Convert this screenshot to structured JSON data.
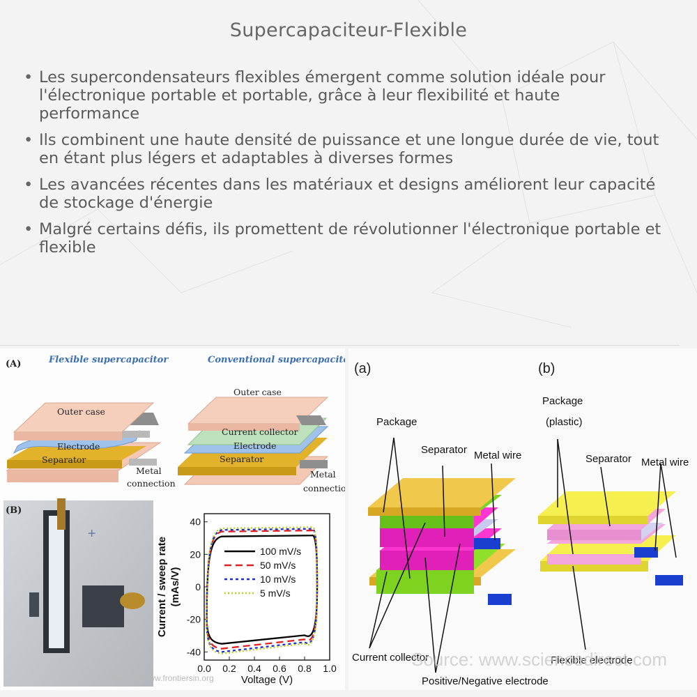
{
  "title": "Supercapaciteur-Flexible",
  "bullets": [
    "Les supercondensateurs flexibles émergent comme solution idéale pour l'électronique portable et portable, grâce à leur flexibilité et haute performance",
    "Ils combinent une haute densité de puissance et une longue durée de vie, tout en étant plus légers et adaptables à diverses formes",
    "Les avancées récentes dans les matériaux et designs améliorent leur capacité de stockage d'énergie",
    "Malgré certains défis, ils promettent de révolutionner l'électronique portable et flexible"
  ],
  "left_figure": {
    "panel_a": "(A)",
    "panel_b": "(B)",
    "flexible_title": "Flexible supercapacitor",
    "conventional_title": "Conventional supercapacitor",
    "flex_outer_case": "Outer case",
    "flex_electrode": "Electrode",
    "flex_separator": "Separator",
    "flex_metal_1": "Metal",
    "flex_metal_2": "connection",
    "conv_outer_case": "Outer case",
    "conv_current_collector": "Current collector",
    "conv_electrode": "Electrode",
    "conv_separator": "Separator",
    "conv_metal_1": "Metal",
    "conv_metal_2": "connection",
    "source": "Source: www.frontiersin.org"
  },
  "chart_data": {
    "type": "line",
    "xlabel": "Voltage (V)",
    "ylabel_1": "Current / sweep rate",
    "ylabel_2": "(mAs/V)",
    "xlim": [
      0.0,
      1.0
    ],
    "ylim": [
      -45,
      45
    ],
    "x_ticks": [
      "0.0",
      "0.2",
      "0.4",
      "0.6",
      "0.8",
      "1.0"
    ],
    "y_ticks": [
      "40",
      "20",
      "0",
      "-20",
      "-40"
    ],
    "series": [
      {
        "name": "100 mV/s",
        "color": "#000000",
        "dash": "",
        "upper": 31,
        "lower": -35
      },
      {
        "name": "50 mV/s",
        "color": "#e02020",
        "dash": "10,6",
        "upper": 34,
        "lower": -38
      },
      {
        "name": "10 mV/s",
        "color": "#1a2fd0",
        "dash": "4,4",
        "upper": 35,
        "lower": -40
      },
      {
        "name": "5 mV/s",
        "color": "#b8d020",
        "dash": "2,3",
        "upper": 36,
        "lower": -41
      }
    ]
  },
  "right_figure": {
    "panel_a": "(a)",
    "panel_b": "(b)",
    "a_package": "Package",
    "a_separator": "Separator",
    "a_metal_wire": "Metal wire",
    "a_current_collector": "Current collector",
    "a_pos_neg": "Positive/Negative electrode",
    "b_package_1": "Package",
    "b_package_2": "(plastic)",
    "b_separator": "Separator",
    "b_metal_wire": "Metal wire",
    "b_flexible_electrode": "Flexible electrode",
    "source": "Source: www.sciencedirect.com"
  }
}
